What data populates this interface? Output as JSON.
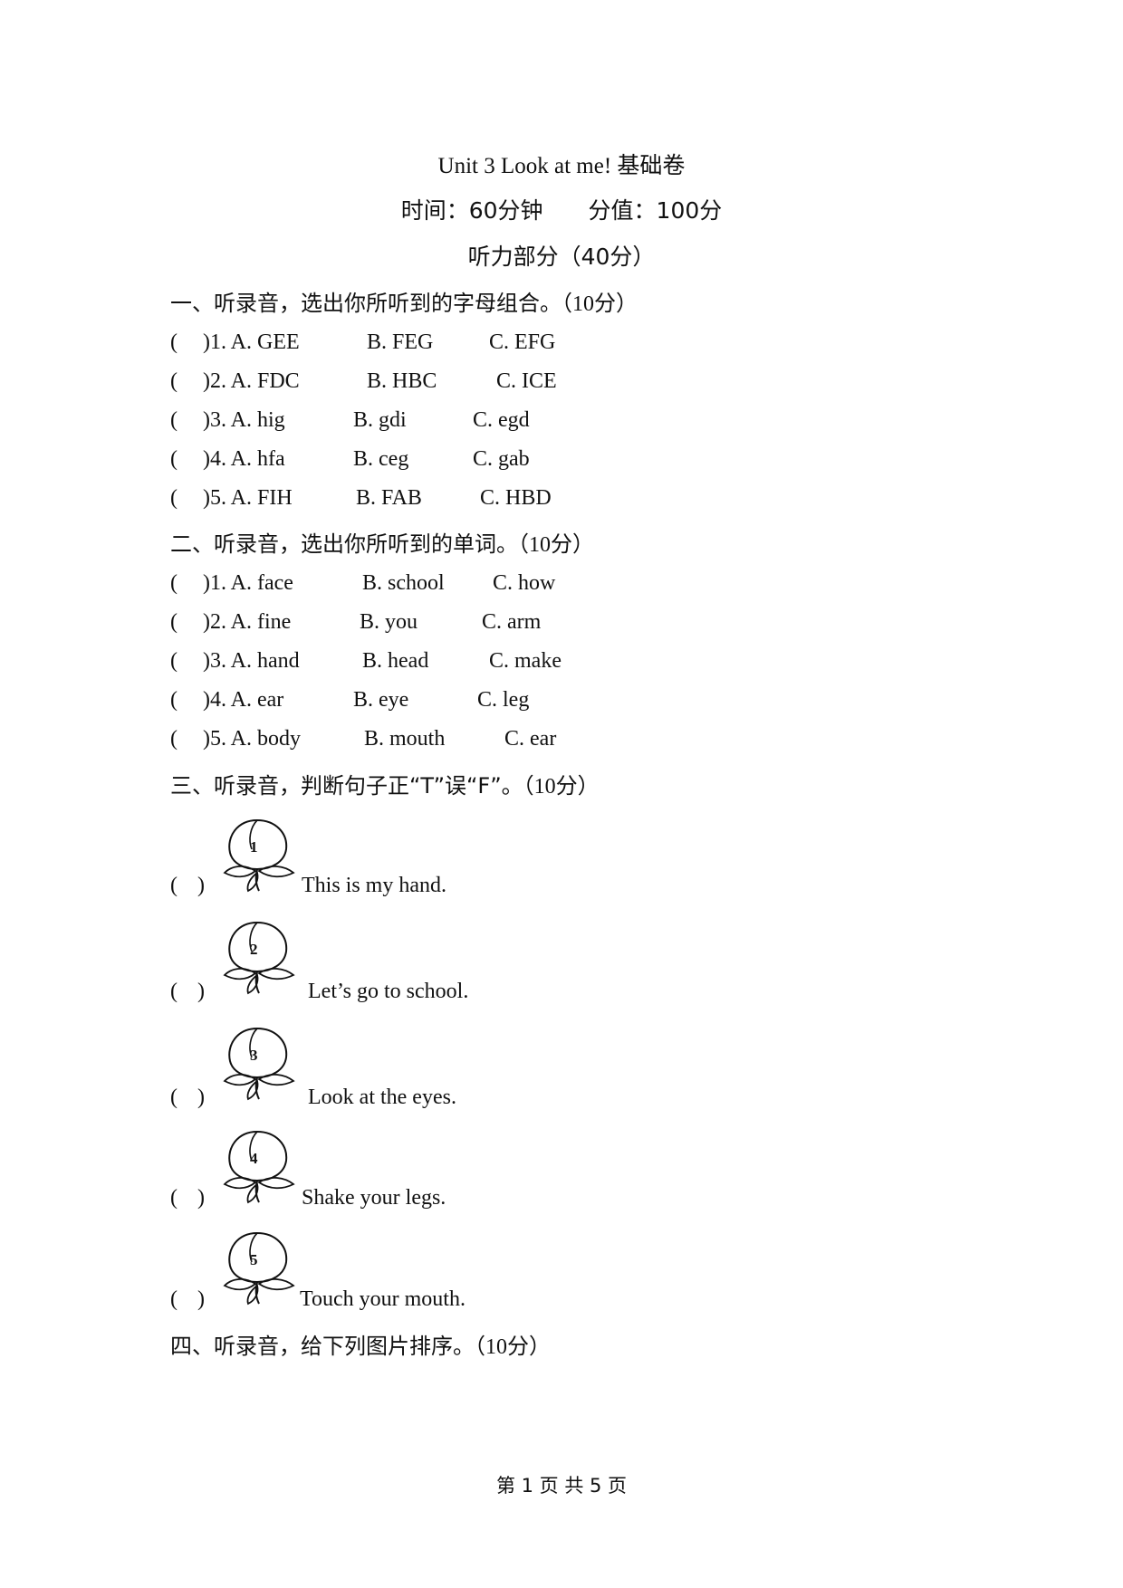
{
  "header": {
    "title": "Unit 3 Look at me! 基础卷",
    "time": "时间：60分钟",
    "score": "分值：100分",
    "part": "听力部分（40分）"
  },
  "sections": [
    {
      "title": "一、听录音，选出你所听到的字母组合。",
      "points": "（10分）",
      "items": [
        {
          "num": ")1. A. GEE",
          "b": "B. FEG",
          "c": "C. EFG"
        },
        {
          "num": ")2. A. FDC",
          "b": "B. HBC",
          "c": "C. ICE"
        },
        {
          "num": ")3. A. hig",
          "b": "B. gdi",
          "c": "C. egd"
        },
        {
          "num": ")4. A. hfa",
          "b": "B. ceg",
          "c": "C. gab"
        },
        {
          "num": ")5. A. FIH",
          "b": "B. FAB",
          "c": "C. HBD"
        }
      ]
    },
    {
      "title": "二、听录音，选出你所听到的单词。",
      "points": "（10分）",
      "items": [
        {
          "num": ")1. A. face",
          "b": "B. school",
          "c": "C. how"
        },
        {
          "num": ")2. A. fine",
          "b": "B. you",
          "c": "C. arm"
        },
        {
          "num": ")3. A. hand",
          "b": "B. head",
          "c": "C. make"
        },
        {
          "num": ")4. A. ear",
          "b": "B. eye",
          "c": "C. leg"
        },
        {
          "num": ")5. A. body",
          "b": "B. mouth",
          "c": "C. ear"
        }
      ]
    },
    {
      "title": "三、听录音，判断句子正“T”误“F”。",
      "points": "（10分）",
      "items": [
        {
          "label": "1",
          "sentence": "This is my hand."
        },
        {
          "label": "2",
          "sentence": "Let’s go to school."
        },
        {
          "label": "3",
          "sentence": "Look at the eyes."
        },
        {
          "label": "4",
          "sentence": "Shake your legs."
        },
        {
          "label": "5",
          "sentence": "Touch your mouth."
        }
      ]
    },
    {
      "title": "四、听录音，给下列图片排序。",
      "points": "（10分）"
    }
  ],
  "paren_open": "(",
  "paren_close": ")",
  "footer": "第 1 页 共 5 页",
  "icons": {
    "peach": "peach-icon"
  }
}
